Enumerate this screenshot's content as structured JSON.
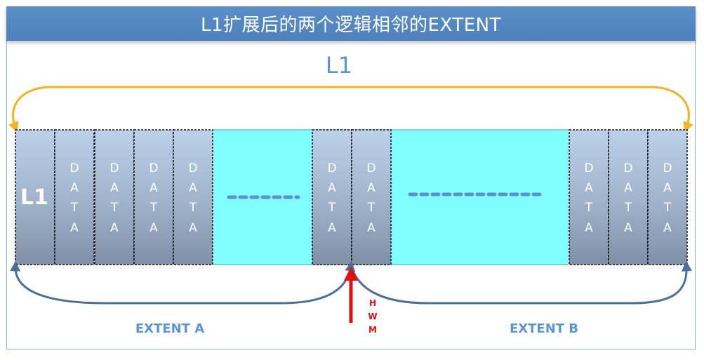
{
  "title": "L1扩展后的两个逻辑相邻的EXTENT",
  "top_span_label": "L1",
  "l1_block_label": "L1",
  "data_letters": [
    "D",
    "A",
    "T",
    "A"
  ],
  "extent_a_label": "EXTENT A",
  "extent_b_label": "EXTENT B",
  "hwm_letters": [
    "H",
    "W",
    "M"
  ],
  "colors": {
    "title_bar": "#4f81bd",
    "block_fill_top": "#b9cfe9",
    "block_fill_bottom": "#8595ab",
    "gap_fill": "#80ffff",
    "top_arrow": "#f5b320",
    "bottom_arrow": "#4a6f98",
    "hwm_arrow": "#e01010",
    "label_blue": "#5b95d3"
  }
}
